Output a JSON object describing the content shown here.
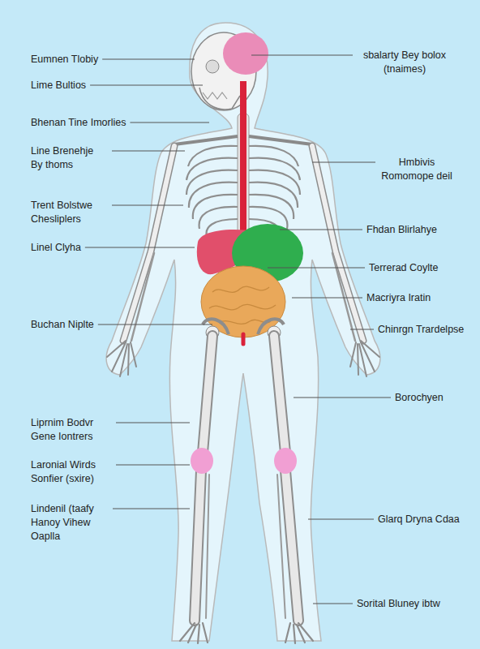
{
  "diagram": {
    "labels": [
      "Eumnen Tlobiy",
      "Lime Bultios",
      "Bhenan Tine Imorlies",
      "Line Brenehje By thoms",
      "Trent Bolstwe Chesliplers",
      "Linel Clyha",
      "Buchan Niplte",
      "Liprnim Bodvr Gene Iontrers",
      "Laronial Wirds Sonfier (sxire)",
      "Lindenil (taafy Hanoy Vihew Oaplla",
      "sbalarty Bey bolox (tnaimes)",
      "Hmbivis Romomope deil",
      "Fhdan Blirlahye",
      "Terrerad Coylte",
      "Macriyra Iratin",
      "Chinrgn Trardelpse",
      "Borochyen",
      "Glarq Dryna Cdaa",
      "Sorital Bluney ibtw"
    ]
  }
}
